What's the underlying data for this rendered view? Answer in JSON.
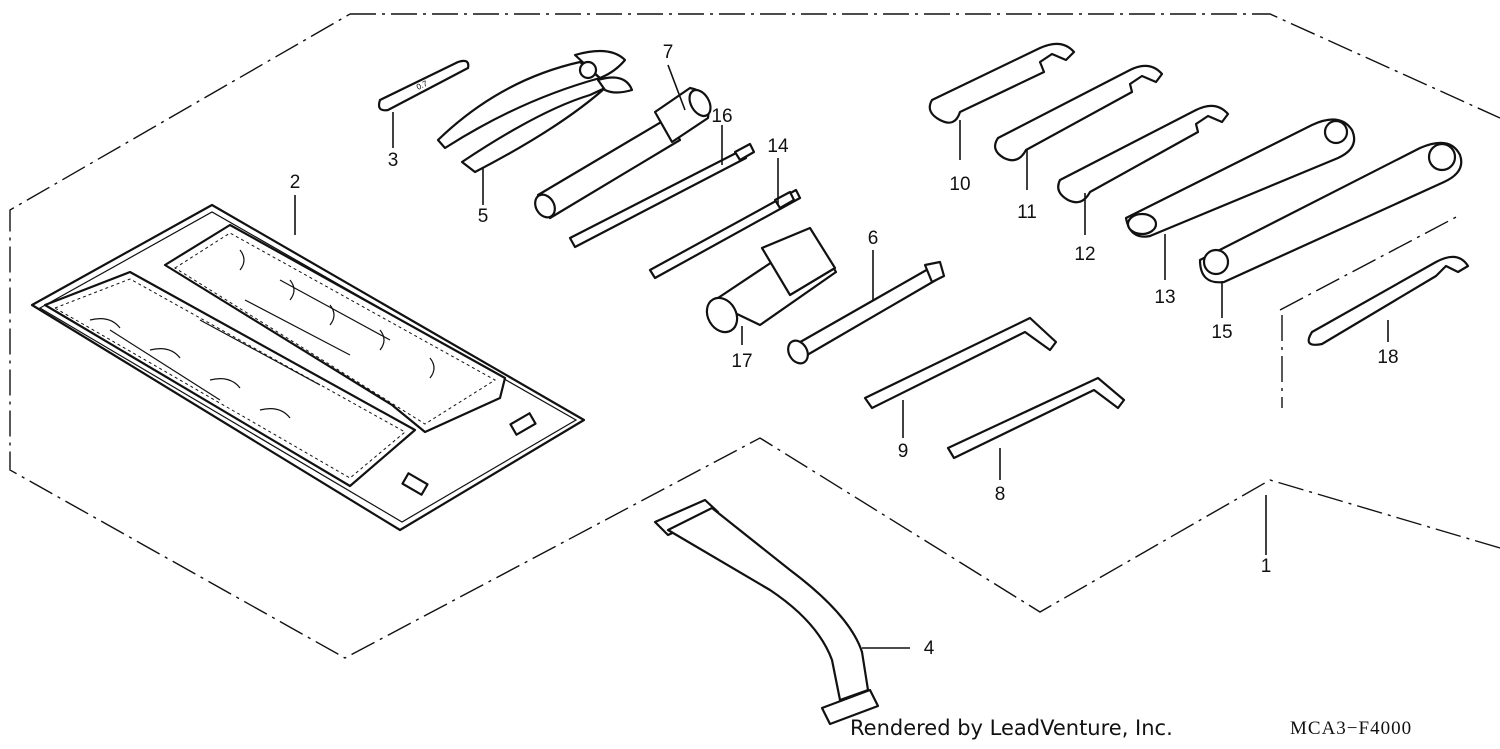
{
  "callouts": {
    "c1": "1",
    "c2": "2",
    "c3": "3",
    "c4": "4",
    "c5": "5",
    "c6": "6",
    "c7": "7",
    "c8": "8",
    "c9": "9",
    "c10": "10",
    "c11": "11",
    "c12": "12",
    "c13": "13",
    "c14": "14",
    "c15": "15",
    "c16": "16",
    "c17": "17",
    "c18": "18"
  },
  "footer": {
    "credit": "Rendered by LeadVenture, Inc.",
    "code": "MCA3−F4000"
  }
}
